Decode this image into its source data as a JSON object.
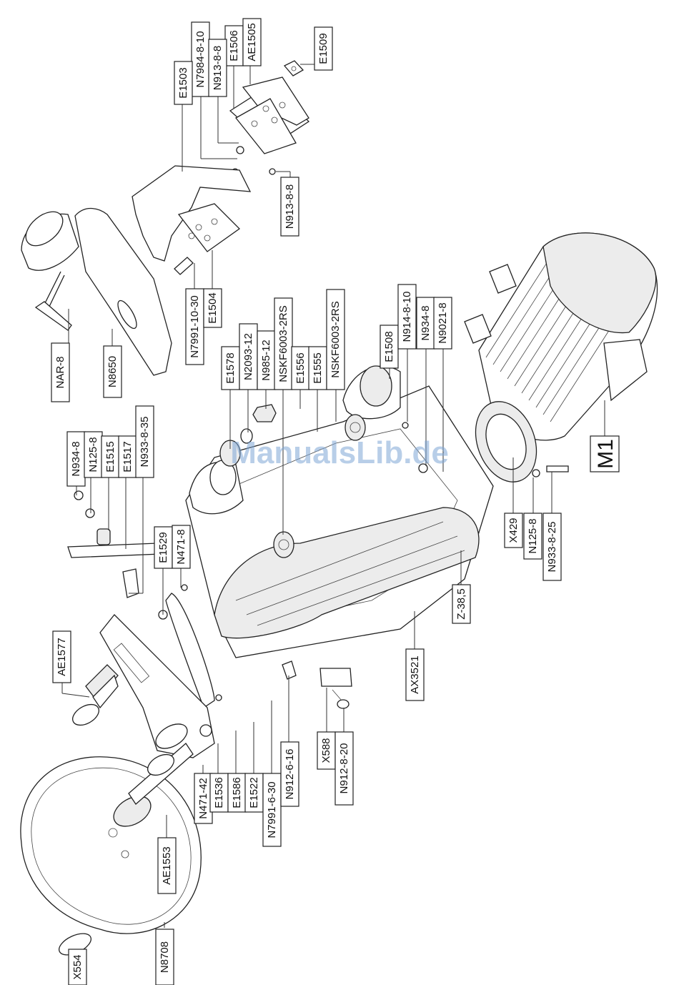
{
  "watermark": "ManualsLib.de",
  "labels": [
    "N7984-8-10",
    "E1506",
    "AE1505",
    "E1509",
    "E1503",
    "N913-8-8",
    "N913-8-8",
    "N7991-10-30",
    "E1504",
    "NAR-8",
    "N8650",
    "E1578",
    "N2093-12",
    "N985-12",
    "NSKF6003-2RS",
    "E1556",
    "E1555",
    "NSKF6003-2RS",
    "E1508",
    "N914-8-10",
    "N934-8",
    "N9021-8",
    "M1",
    "N934-8",
    "N125-8",
    "E1515",
    "E1517",
    "N933-8-35",
    "E1529",
    "N471-8",
    "X429",
    "N125-8",
    "N933-8-25",
    "Z-38,5",
    "AX3521",
    "AE1577",
    "N471-42",
    "E1536",
    "E1586",
    "E1522",
    "N7991-6-30",
    "N912-6-16",
    "X588",
    "N912-8-20",
    "AE1553",
    "X554",
    "N8708"
  ]
}
